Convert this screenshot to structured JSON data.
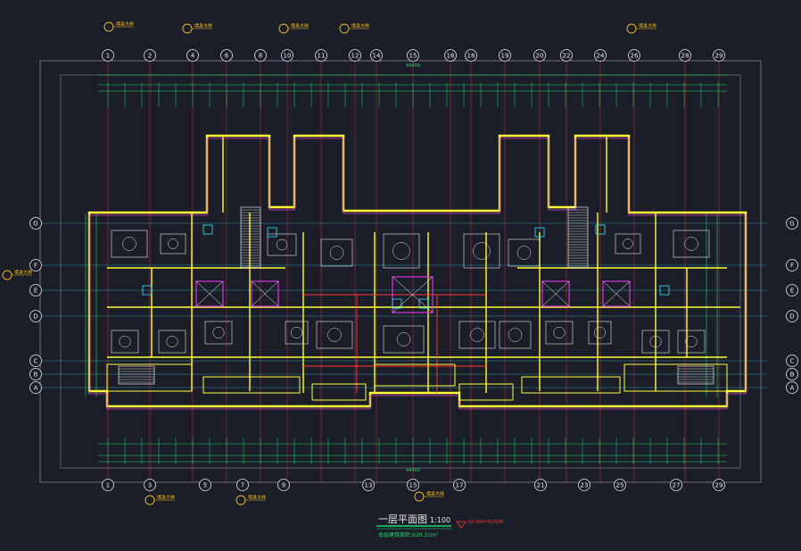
{
  "plan": {
    "title": "一层平面图",
    "scale": "1:100",
    "area": "本层建筑面积:620.31m²",
    "elevation_mark": "±0.000=50.600"
  },
  "axes": {
    "top": [
      "1",
      "2",
      "4",
      "6",
      "8",
      "10",
      "11",
      "12",
      "14",
      "15",
      "16",
      "18",
      "19",
      "20",
      "22",
      "24",
      "26",
      "28",
      "29"
    ],
    "bottom": [
      "1",
      "3",
      "5",
      "7",
      "9",
      "13",
      "15",
      "17",
      "21",
      "23",
      "25",
      "27",
      "29"
    ],
    "left": [
      "G",
      "F",
      "E",
      "D",
      "C",
      "B",
      "A"
    ]
  },
  "dimensions": {
    "top_total": "44400",
    "bottom_total": "44400"
  },
  "callouts": {
    "wall_detail": "墙身大样"
  },
  "colors": {
    "background": "#1b1e28",
    "axis": "#e8e8e8",
    "dim": "#22d36e",
    "wall": "#ffff38",
    "grid": "#ff3838",
    "accent": "#d437d8",
    "cyan": "#38e6ff"
  }
}
